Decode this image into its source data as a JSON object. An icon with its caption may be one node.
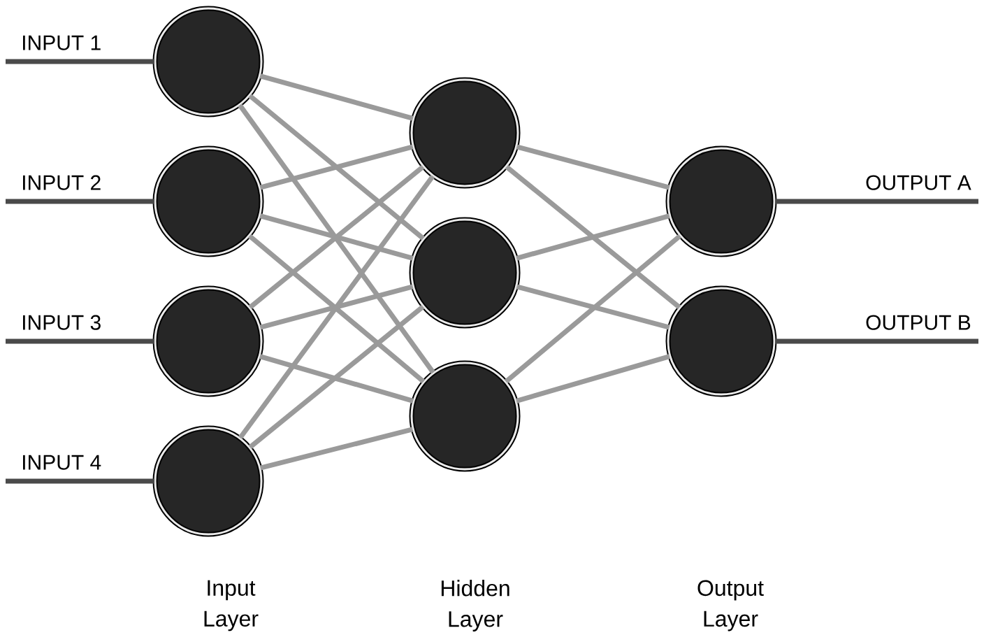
{
  "diagram": {
    "nodes": [
      {
        "text": [],
        "shape": "circle"
      },
      {
        "text": [],
        "shape": "circle"
      },
      {
        "text": [],
        "shape": "circle"
      },
      {
        "text": [],
        "shape": "circle"
      },
      {
        "text": [],
        "shape": "circle"
      },
      {
        "text": [],
        "shape": "circle"
      },
      {
        "text": [],
        "shape": "circle"
      },
      {
        "text": [],
        "shape": "circle"
      },
      {
        "text": [],
        "shape": "circle"
      }
    ],
    "edges": [
      {
        "from": null,
        "to": 0,
        "arrow": "none",
        "label": "INPUT 1",
        "color": "#4a4a4a"
      },
      {
        "from": null,
        "to": 1,
        "arrow": "none",
        "label": "INPUT 2",
        "color": "#4a4a4a"
      },
      {
        "from": null,
        "to": 2,
        "arrow": "none",
        "label": "INPUT 3",
        "color": "#4a4a4a"
      },
      {
        "from": null,
        "to": 3,
        "arrow": "none",
        "label": "INPUT 4",
        "color": "#4a4a4a"
      },
      {
        "from": 0,
        "to": 4,
        "arrow": "none"
      },
      {
        "from": 0,
        "to": 5,
        "arrow": "none"
      },
      {
        "from": 0,
        "to": 6,
        "arrow": "none"
      },
      {
        "from": 1,
        "to": 4,
        "arrow": "none"
      },
      {
        "from": 1,
        "to": 5,
        "arrow": "none"
      },
      {
        "from": 1,
        "to": 6,
        "arrow": "none"
      },
      {
        "from": 2,
        "to": 4,
        "arrow": "none"
      },
      {
        "from": 2,
        "to": 5,
        "arrow": "none"
      },
      {
        "from": 2,
        "to": 6,
        "arrow": "none"
      },
      {
        "from": 3,
        "to": 4,
        "arrow": "none"
      },
      {
        "from": 3,
        "to": 5,
        "arrow": "none"
      },
      {
        "from": 3,
        "to": 6,
        "arrow": "none"
      },
      {
        "from": 4,
        "to": 7,
        "arrow": "none"
      },
      {
        "from": 4,
        "to": 8,
        "arrow": "none"
      },
      {
        "from": 5,
        "to": 7,
        "arrow": "none"
      },
      {
        "from": 5,
        "to": 8,
        "arrow": "none"
      },
      {
        "from": 6,
        "to": 7,
        "arrow": "none"
      },
      {
        "from": 6,
        "to": 8,
        "arrow": "none"
      },
      {
        "from": 7,
        "to": null,
        "arrow": "none",
        "label": "OUTPUT A",
        "color": "#4a4a4a"
      },
      {
        "from": 8,
        "to": null,
        "arrow": "none",
        "label": "OUTPUT B",
        "color": "#4a4a4a"
      }
    ],
    "labels": [
      "Input Layer",
      "Hidden Layer",
      "Output Layer"
    ]
  }
}
